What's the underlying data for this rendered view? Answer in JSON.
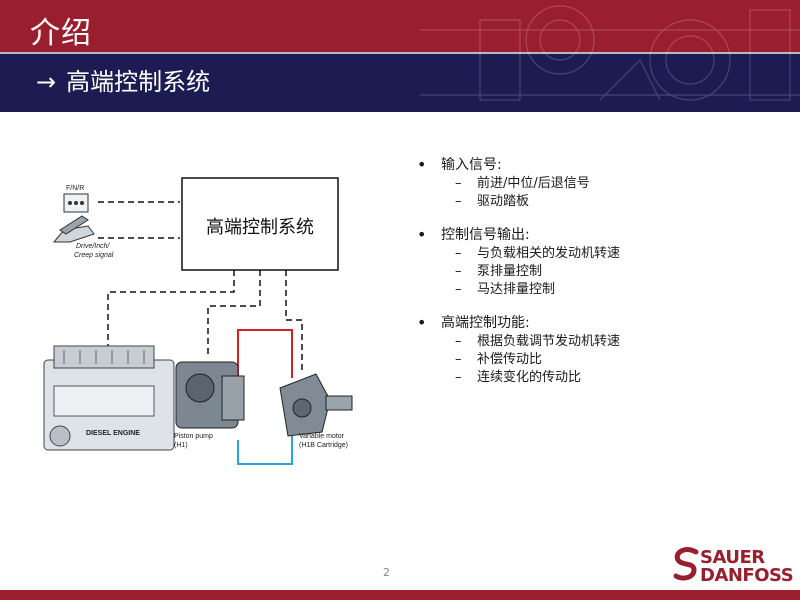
{
  "header": {
    "title": "介绍",
    "subtitle_arrow": "→",
    "subtitle": "高端控制系统"
  },
  "diagram": {
    "control_box_label": "高端控制系统",
    "fnr_label": "F/N/R",
    "pedal_label_line1": "Drive/Inch/",
    "pedal_label_line2": "Creep signal",
    "engine_label": "DIESEL ENGINE",
    "pump_label_line1": "Piston pump",
    "pump_label_line2": "(H1)",
    "motor_label_line1": "Variable motor",
    "motor_label_line2": "(H1B Cartridge)",
    "colors": {
      "pressure_line": "#d42020",
      "return_line": "#2aa6d6",
      "signal_line": "#111111"
    }
  },
  "bullets": [
    {
      "title": "输入信号:",
      "items": [
        "前进/中位/后退信号",
        "驱动踏板"
      ]
    },
    {
      "title": "控制信号输出:",
      "items": [
        "与负载相关的发动机转速",
        "泵排量控制",
        "马达排量控制"
      ]
    },
    {
      "title": "高端控制功能:",
      "items": [
        "根据负载调节发动机转速",
        "补偿传动比",
        "连续变化的传动比"
      ]
    }
  ],
  "footer": {
    "page_number": "2",
    "logo_line1": "SAUER",
    "logo_line2": "DANFOSS",
    "brand_color": "#9a1f2e"
  }
}
